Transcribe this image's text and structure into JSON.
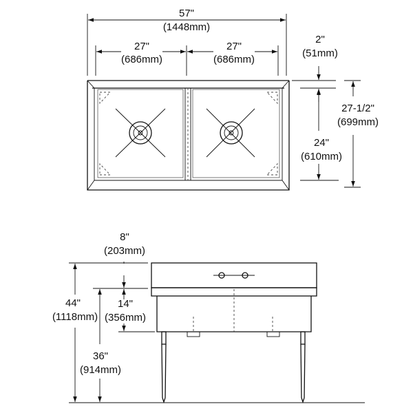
{
  "top_view": {
    "overall_width": {
      "imperial": "57\"",
      "metric": "(1448mm)"
    },
    "left_bowl_width": {
      "imperial": "27\"",
      "metric": "(686mm)"
    },
    "right_bowl_width": {
      "imperial": "27\"",
      "metric": "(686mm)"
    },
    "backsplash_depth": {
      "imperial": "2\"",
      "metric": "(51mm)"
    },
    "bowl_depth": {
      "imperial": "24\"",
      "metric": "(610mm)"
    },
    "overall_depth": {
      "imperial": "27-1/2\"",
      "metric": "(699mm)"
    }
  },
  "front_view": {
    "backsplash_height": {
      "imperial": "8\"",
      "metric": "(203mm)"
    },
    "bowl_height": {
      "imperial": "14\"",
      "metric": "(356mm)"
    },
    "overall_height": {
      "imperial": "44\"",
      "metric": "(1118mm)"
    },
    "rim_height": {
      "imperial": "36\"",
      "metric": "(914mm)"
    }
  },
  "colors": {
    "line": "#111111",
    "background": "#ffffff"
  }
}
